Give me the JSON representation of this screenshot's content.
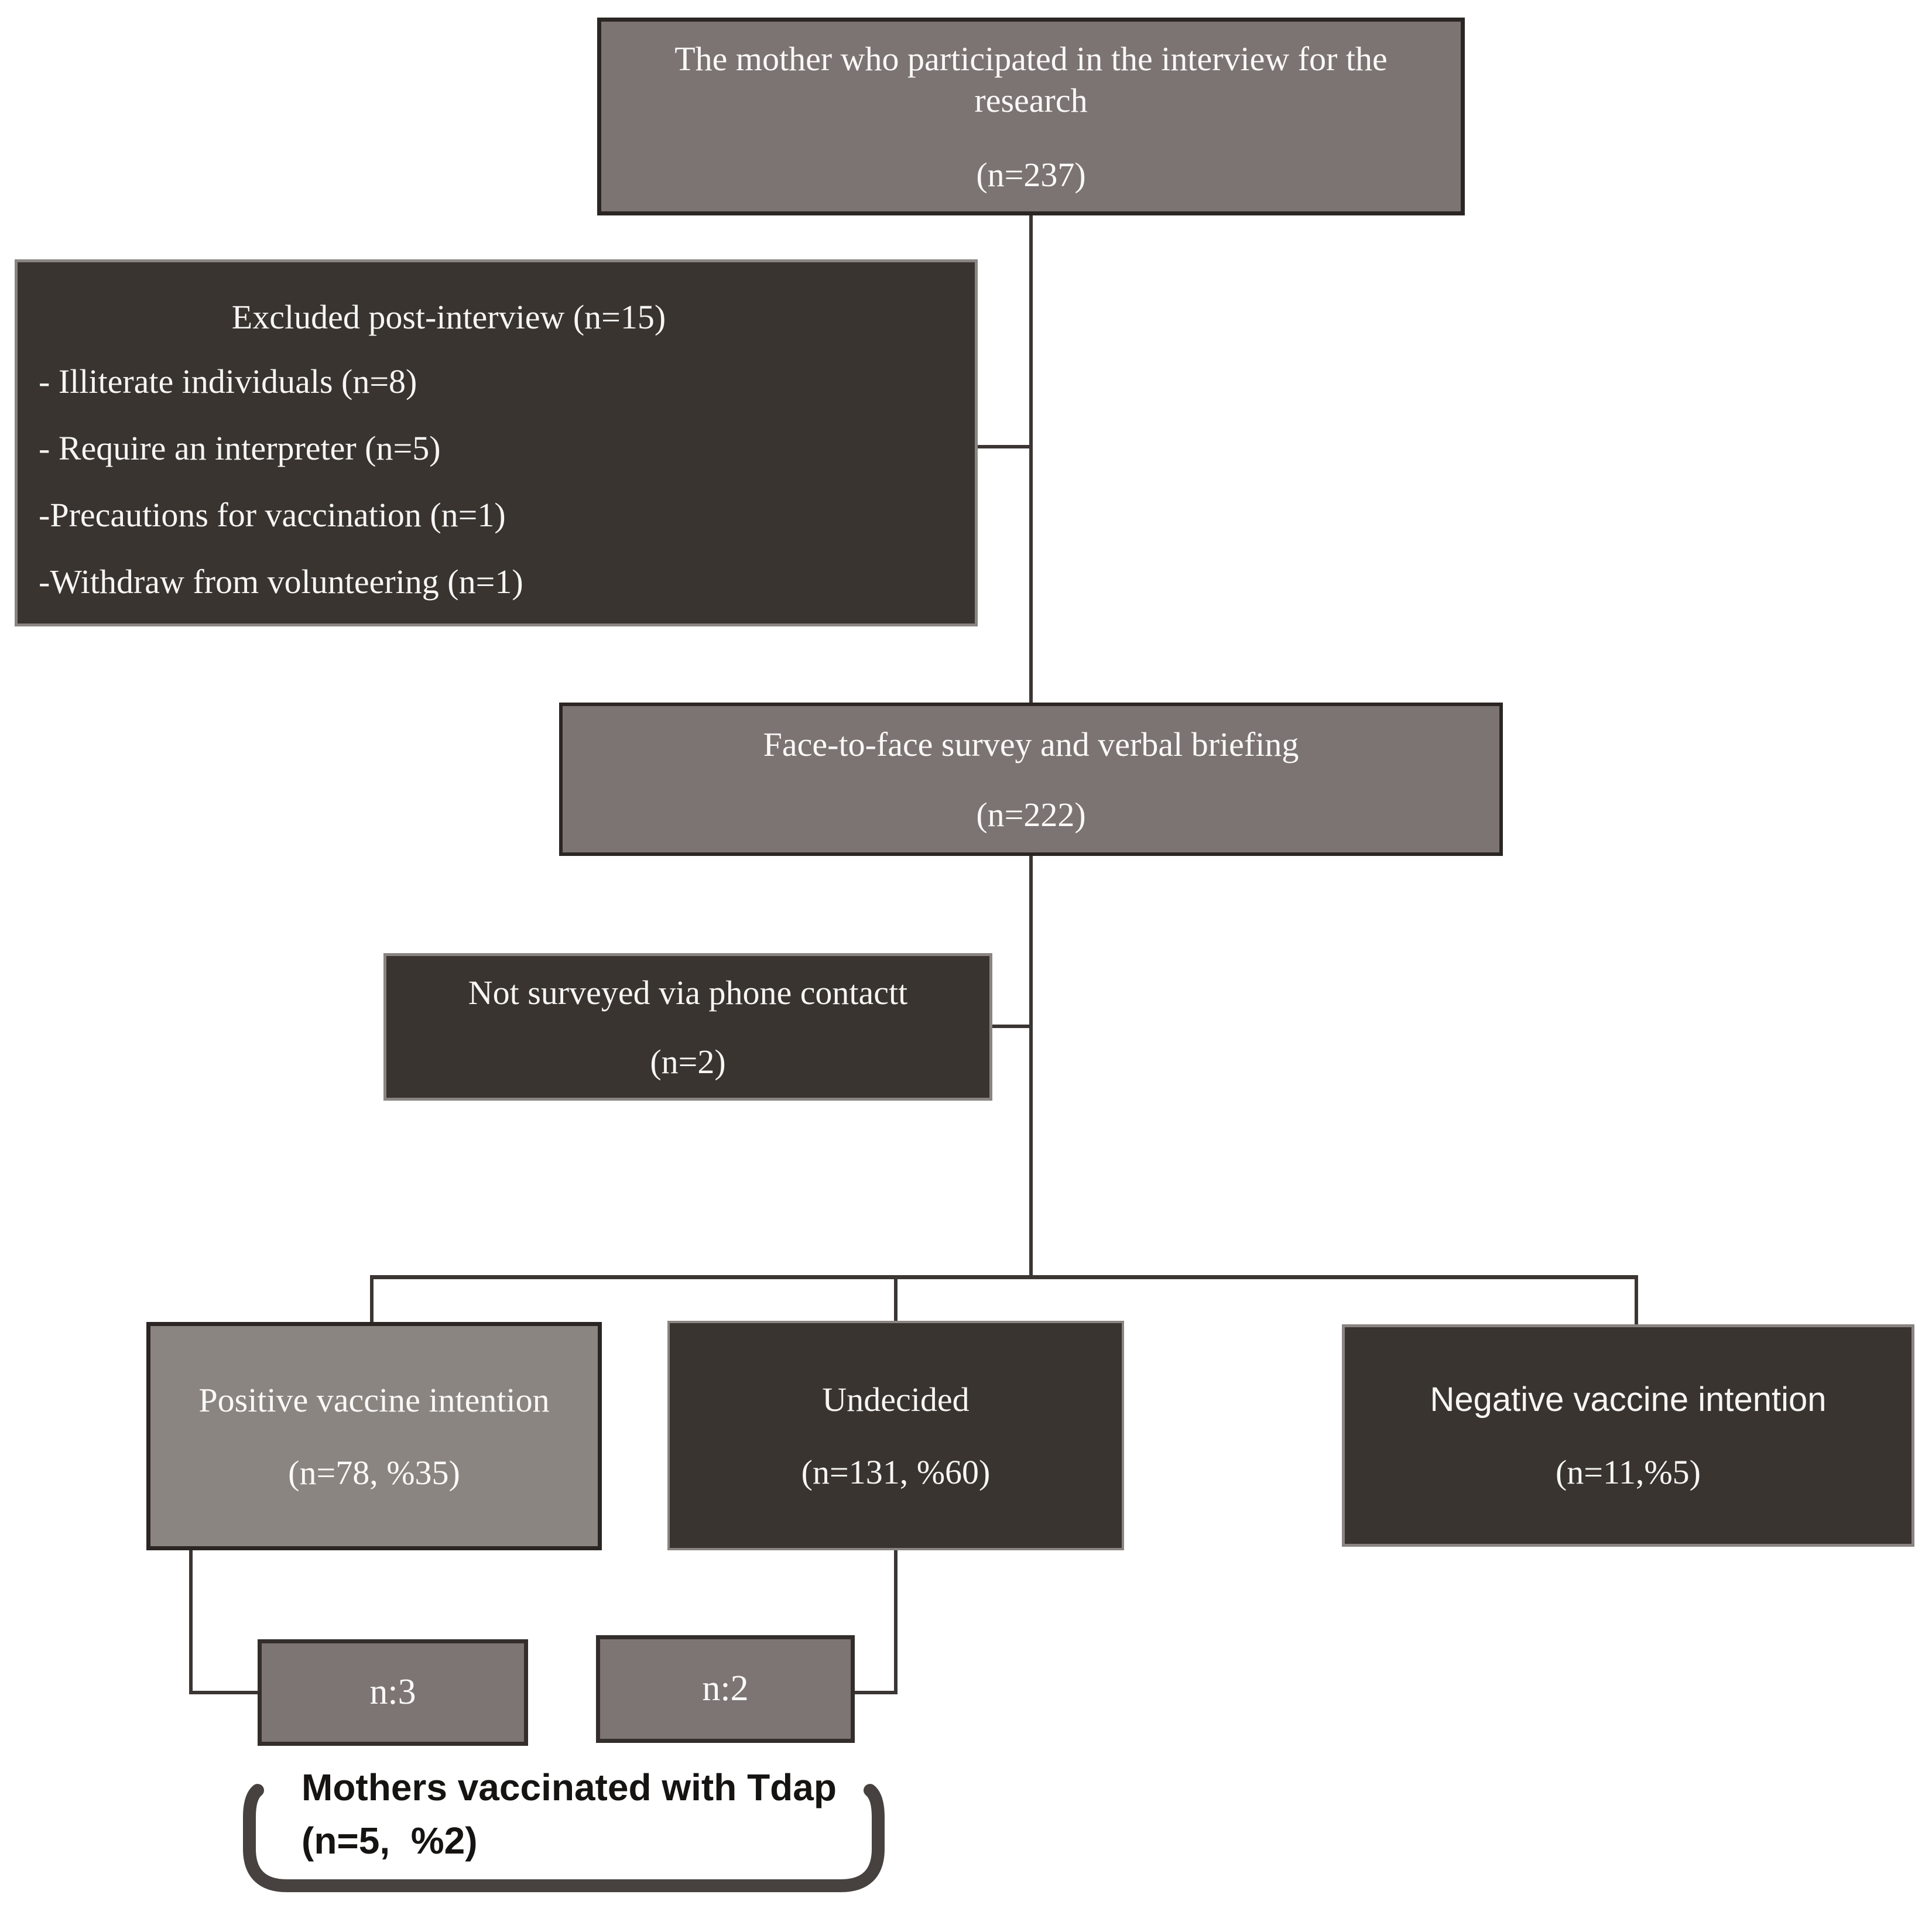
{
  "figure": {
    "type": "study-flow-diagram",
    "colors": {
      "box_gray": "#7b7472",
      "box_light_gray": "#8b8582",
      "box_dark": "#393430",
      "border_dark": "#2b2623",
      "border_light": "#8a8582",
      "connector": "#3b3633",
      "bracket": "#47423f",
      "text_on_box": "#fbf9f7",
      "text_black": "#161412",
      "background": "#ffffff"
    },
    "nodes": {
      "top": {
        "label": "The mother who participated in the interview for the research",
        "n": "(n=237)"
      },
      "excluded": {
        "title": "Excluded post-interview (n=15)",
        "items": [
          "- Illiterate individuals (n=8)",
          "- Require an interpreter (n=5)",
          "-Precautions for vaccination (n=1)",
          "-Withdraw from volunteering (n=1)"
        ]
      },
      "face_to_face": {
        "label": "Face-to-face survey and verbal briefing",
        "n": "(n=222)"
      },
      "not_surveyed": {
        "label": "Not surveyed via phone contactt",
        "n": "(n=2)"
      },
      "positive": {
        "label": "Positive vaccine intention",
        "n": "(n=78, %35)"
      },
      "undecided": {
        "label": "Undecided",
        "n": "(n=131, %60)"
      },
      "negative": {
        "label": "Negative vaccine intention",
        "n": "(n=11,%5)"
      },
      "n3": {
        "label": "n:3"
      },
      "n2": {
        "label": "n:2"
      },
      "tdap": {
        "line1": "Mothers vaccinated with Tdap",
        "line2": "(n=5,  %2)"
      }
    }
  }
}
